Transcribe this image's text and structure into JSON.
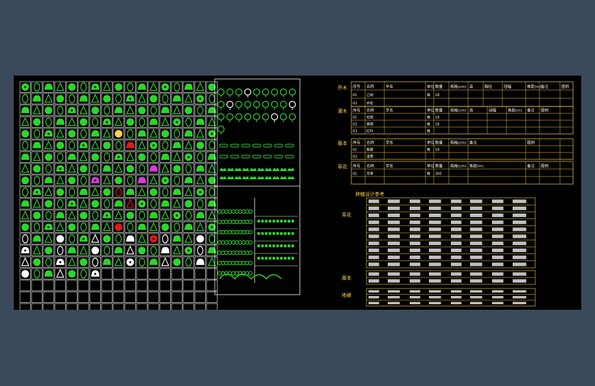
{
  "canvas": {
    "background": "#000000",
    "frame": "#3b4a5b"
  },
  "colors": {
    "green": "#2bd62b",
    "white": "#ffffff",
    "yellow": "#ffd34a",
    "red": "#e01818",
    "magenta": "#d83cd8"
  },
  "tables": {
    "trees": {
      "cat": "乔木",
      "headers": [
        "序号",
        "名称",
        "学名",
        "单位",
        "数量",
        "规格(cm)",
        "高",
        "胸径",
        "冠幅",
        "株距(m)",
        "备注",
        "图例"
      ],
      "rows": [
        [
          "01",
          "乙树",
          "",
          "株",
          "18",
          "",
          "",
          "",
          "",
          "",
          "",
          ""
        ],
        [
          "02",
          "乔松",
          "",
          "",
          "",
          "",
          "",
          "",
          "",
          "",
          "",
          ""
        ]
      ]
    },
    "shrubs": {
      "cat": "灌木",
      "headers": [
        "序号",
        "名称",
        "学名",
        "单位",
        "数量",
        "规格(cm)",
        "高",
        "冠幅",
        "株距(m)",
        "备注",
        "图例"
      ],
      "rows": [
        [
          "01",
          "杜鹃",
          "",
          "株",
          "18"
        ],
        [
          "02",
          "黄杨",
          "",
          "株",
          "18"
        ],
        [
          "03",
          "红叶",
          "",
          "株",
          ""
        ]
      ]
    },
    "climbers": {
      "cat": "藤本",
      "headers": [
        "序号",
        "名称",
        "学名",
        "单位",
        "数量",
        "规格(cm)",
        "备注",
        "图例"
      ],
      "rows": [
        [
          "01",
          "紫藤",
          "",
          "株",
          "18"
        ],
        [
          "02",
          "凌霄",
          "",
          "",
          ""
        ]
      ]
    },
    "grass": {
      "cat": "草花",
      "headers": [
        "序号",
        "名称",
        "学名",
        "单位",
        "数量",
        "规格(cm)",
        "株距(m)",
        "备注",
        "图例"
      ],
      "rows": [
        [
          "01",
          "月季",
          "",
          "株",
          "300",
          "",
          "",
          "",
          ""
        ]
      ]
    },
    "planting_title": "种植设计参考",
    "section_grass": "草花",
    "section_climb": "藤本",
    "section_ground": "地被"
  }
}
